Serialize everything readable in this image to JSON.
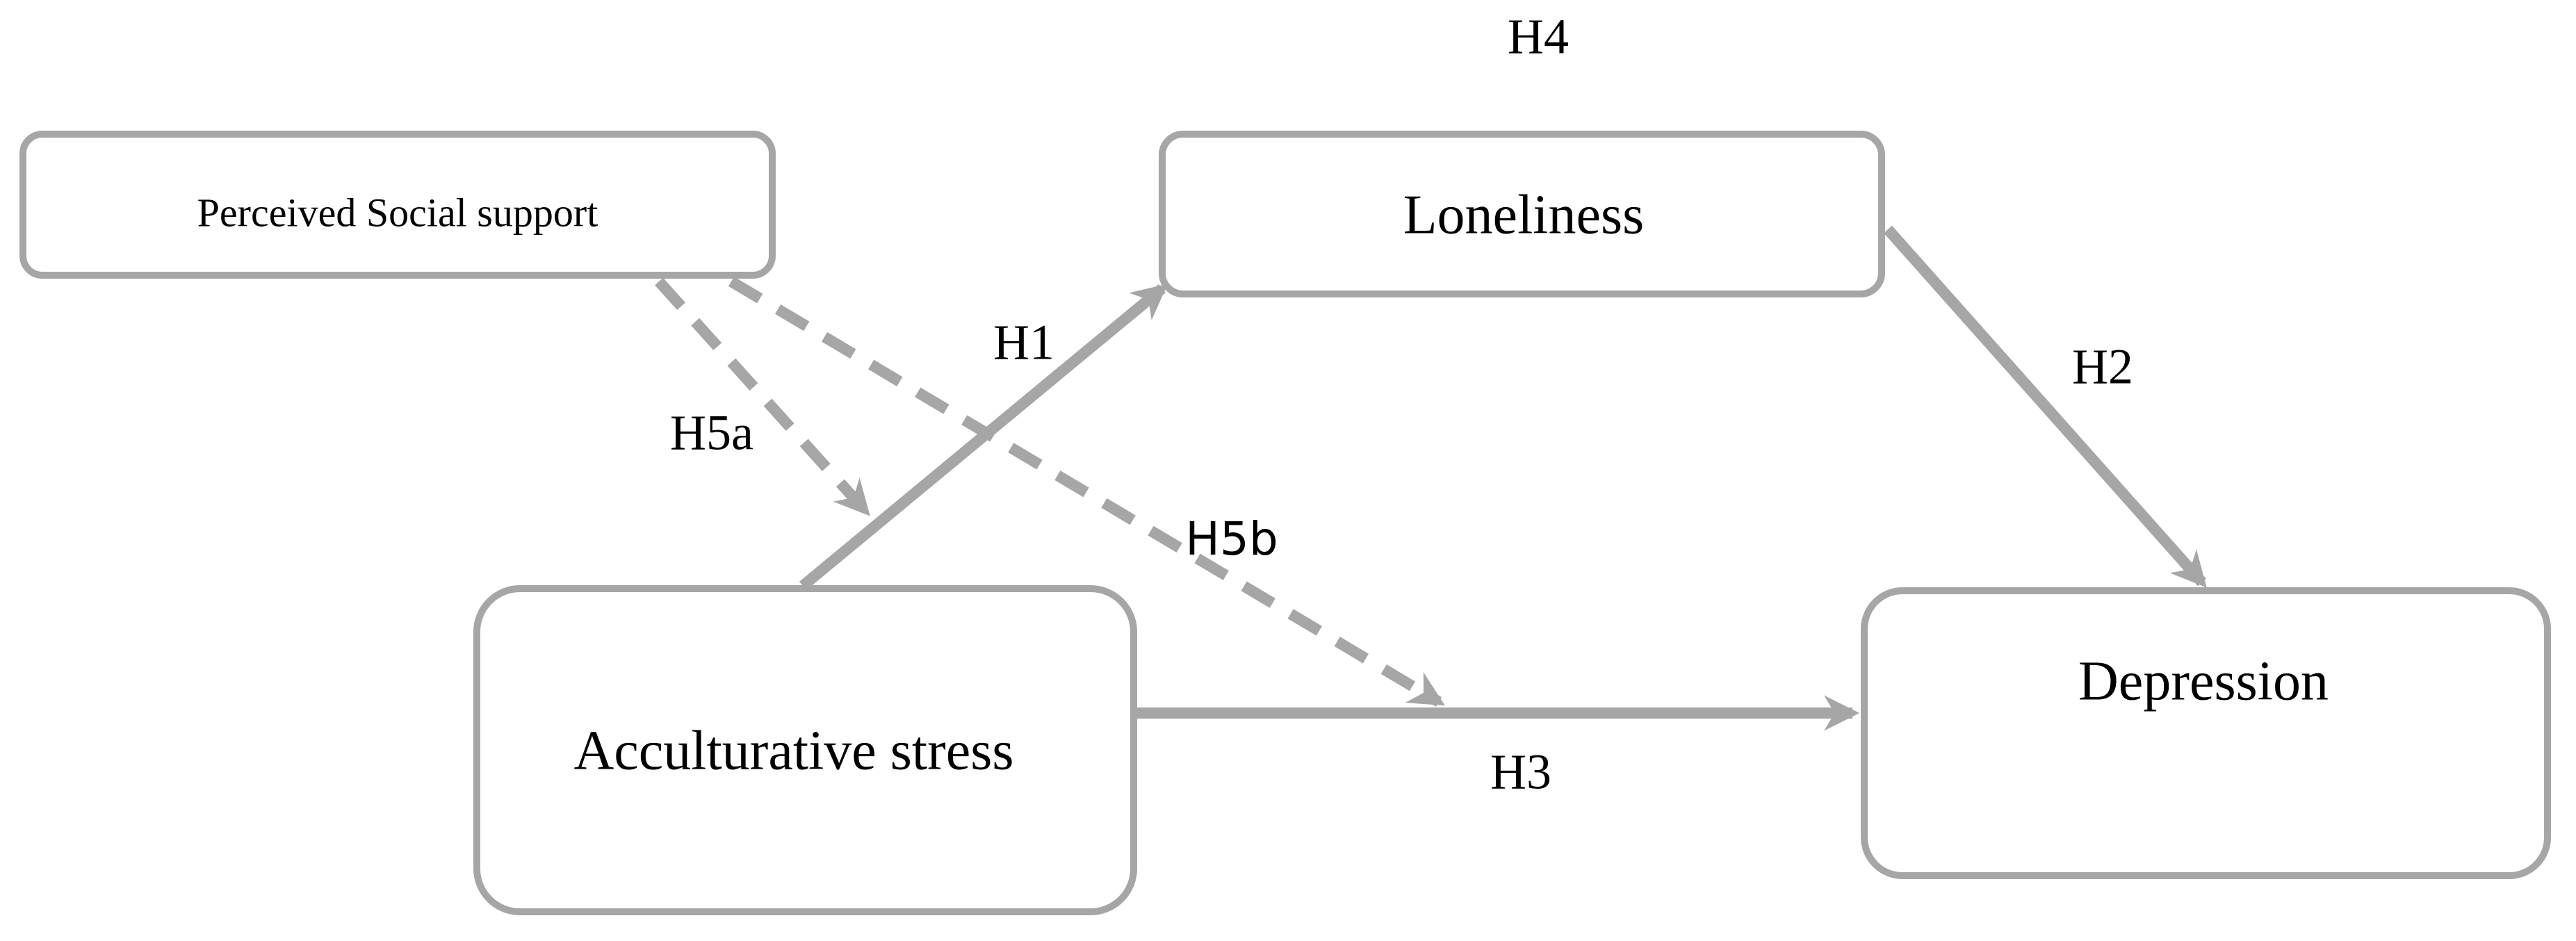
{
  "nodes": {
    "social_support": "Perceived Social support",
    "loneliness": "Loneliness",
    "acculturative_stress": "Acculturative stress",
    "depression": "Depression"
  },
  "edges": {
    "h1": "H1",
    "h2": "H2",
    "h3": "H3",
    "h4": "H4",
    "h5a": "H5a",
    "h5b": "H5b"
  },
  "colors": {
    "box_stroke": "#a6a6a6",
    "arrow": "#a6a6a6",
    "text": "#000000"
  }
}
